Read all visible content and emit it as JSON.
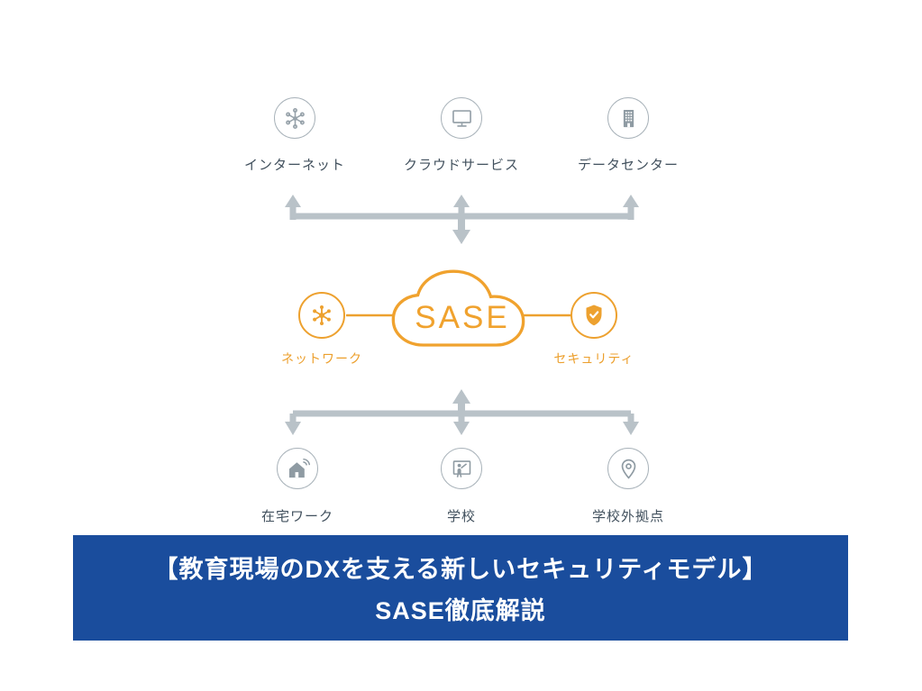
{
  "top_nodes": [
    {
      "label": "インターネット",
      "icon": "internet-icon"
    },
    {
      "label": "クラウドサービス",
      "icon": "cloud-service-icon"
    },
    {
      "label": "データセンター",
      "icon": "datacenter-icon"
    }
  ],
  "sase": {
    "label": "SASE",
    "left": {
      "label": "ネットワーク",
      "icon": "network-hub-icon"
    },
    "right": {
      "label": "セキュリティ",
      "icon": "security-shield-icon"
    }
  },
  "bottom_nodes": [
    {
      "label": "在宅ワーク",
      "icon": "home-wifi-icon"
    },
    {
      "label": "学校",
      "icon": "school-icon"
    },
    {
      "label": "学校外拠点",
      "icon": "location-pin-icon"
    }
  ],
  "banner": {
    "line1": "【教育現場のDXを支える新しいセキュリティモデル】",
    "line2": "SASE徹底解説"
  },
  "colors": {
    "orange": "#eda12f",
    "icon_gray": "#97a2aa",
    "arrow_gray": "#b9c2c8",
    "banner_blue": "#1a4d9d",
    "label_text": "#42515e"
  }
}
